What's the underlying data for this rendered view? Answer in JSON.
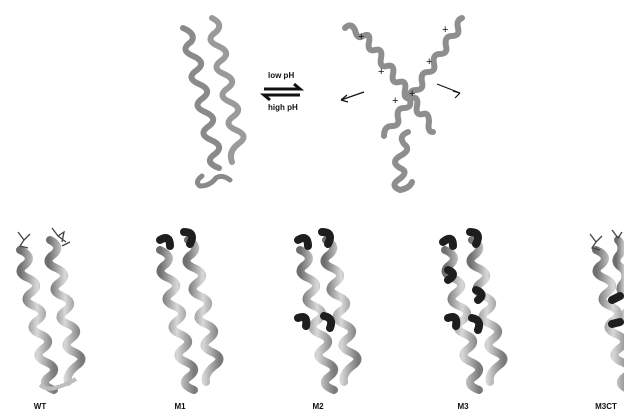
{
  "equilibrium": {
    "forward_label": "low pH",
    "reverse_label": "high pH"
  },
  "charge_marks": [
    "+",
    "+",
    "+",
    "+",
    "+",
    "+"
  ],
  "variants": [
    {
      "label": "WT"
    },
    {
      "label": "M1"
    },
    {
      "label": "M2"
    },
    {
      "label": "M3"
    },
    {
      "label": "M3CT"
    }
  ],
  "colors": {
    "helix_gray": "#8a8a8a",
    "helix_light": "#c9c9c9",
    "helix_dark_segment": "#1e1e1e",
    "arrow": "#111111"
  }
}
